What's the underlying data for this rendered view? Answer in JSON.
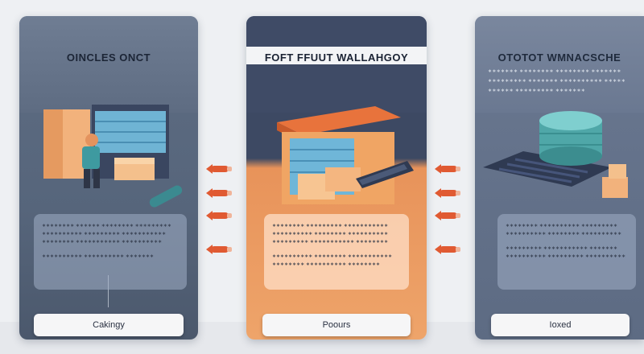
{
  "cards": [
    {
      "title": "OINCLES ONCT",
      "text_lines": [
        "∗∗∗∗∗∗∗∗ ∗∗∗∗∗∗ ∗∗∗∗∗∗∗∗ ∗∗∗∗∗∗∗∗∗",
        "∗∗∗∗∗∗∗∗∗∗ ∗∗∗∗∗∗∗∗∗ ∗∗∗∗∗∗∗∗∗∗∗",
        "∗∗∗∗∗∗∗∗ ∗∗∗∗∗∗∗∗∗∗∗ ∗∗∗∗∗∗∗∗∗∗",
        "∗∗∗∗∗∗∗∗∗∗ ∗∗∗∗∗∗∗∗∗∗ ∗∗∗∗∗∗∗"
      ],
      "button_label": "Cakingy"
    },
    {
      "title": "FOFT FFUUT WALLAHGOY",
      "text_lines": [
        "∗∗∗∗∗∗∗∗ ∗∗∗∗∗∗∗∗∗ ∗∗∗∗∗∗∗∗∗∗∗",
        "∗∗∗∗∗∗∗∗∗∗ ∗∗∗∗∗∗∗∗ ∗∗∗∗∗∗∗∗∗∗",
        "∗∗∗∗∗∗∗∗∗ ∗∗∗∗∗∗∗∗∗∗∗ ∗∗∗∗∗∗∗∗",
        "∗∗∗∗∗∗∗∗∗∗ ∗∗∗∗∗∗∗∗ ∗∗∗∗∗∗∗∗∗∗∗",
        "∗∗∗∗∗∗∗∗ ∗∗∗∗∗∗∗∗∗∗ ∗∗∗∗∗∗∗∗"
      ],
      "button_label": "Poours"
    },
    {
      "title": "OTOTOT WMNACSCHE",
      "subtitle_lines": [
        "∗∗∗∗∗∗∗ ∗∗∗∗∗∗∗∗ ∗∗∗∗∗∗∗∗ ∗∗∗∗∗∗∗",
        "∗∗∗∗∗∗∗∗∗ ∗∗∗∗∗∗∗ ∗∗∗∗∗∗∗∗∗∗ ∗∗∗∗∗",
        "∗∗∗∗∗∗ ∗∗∗∗∗∗∗∗∗ ∗∗∗∗∗∗∗"
      ],
      "text_lines": [
        "∗∗∗∗∗∗∗∗ ∗∗∗∗∗∗∗∗∗∗ ∗∗∗∗∗∗∗∗∗",
        "∗∗∗∗∗∗∗∗∗∗ ∗∗∗∗∗∗∗∗ ∗∗∗∗∗∗∗∗∗∗",
        "∗∗∗∗∗∗∗∗∗ ∗∗∗∗∗∗∗∗∗∗∗ ∗∗∗∗∗∗∗",
        "∗∗∗∗∗∗∗∗∗∗ ∗∗∗∗∗∗∗∗∗ ∗∗∗∗∗∗∗∗∗∗"
      ],
      "button_label": "Ioxed"
    }
  ],
  "icons": {
    "left_scene": "warehouse-worker-boxes-icon",
    "mid_scene": "warehouse-building-icon",
    "right_scene": "storage-tank-icon",
    "arrows": "flow-arrow-icon"
  },
  "colors": {
    "accent_orange": "#e05a32",
    "card_slate": "#56657b",
    "card_navy": "#3d4963",
    "card_peach": "#eea46a",
    "button_bg": "#f6f6f7"
  }
}
